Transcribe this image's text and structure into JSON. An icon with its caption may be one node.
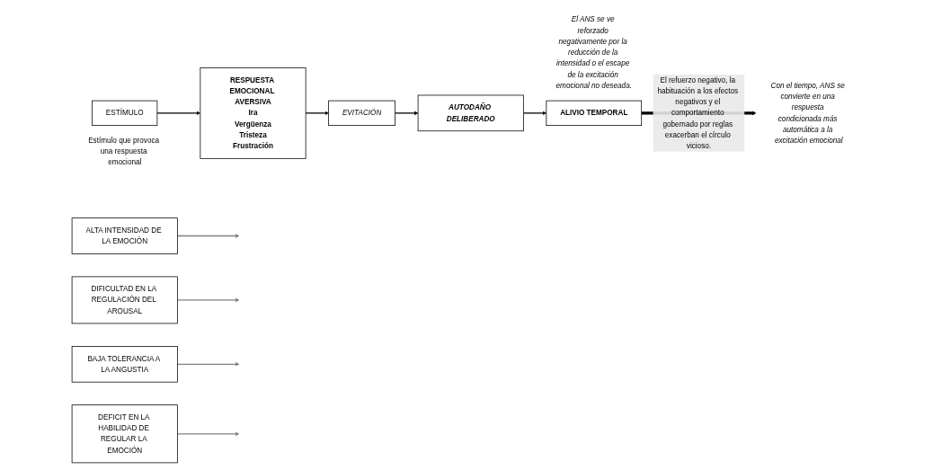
{
  "diagram": {
    "nodes": [
      {
        "text": [
          "ESTÍMULO"
        ],
        "beside": [
          "Estímulo que provoca una respuesta emocional"
        ]
      },
      {
        "text": [
          "RESPUESTA EMOCIONAL AVERSIVA",
          "Ira",
          "Vergüenza",
          "Tristeza",
          "Frustración"
        ]
      },
      {
        "text": [
          "ALTA INTENSIDAD DE LA EMOCIÓN"
        ]
      },
      {
        "text": [
          "DIFICULTAD EN LA REGULACIÓN DEL AROUSAL"
        ]
      },
      {
        "text": [
          "BAJA TOLERANCIA A LA ANGUSTIA"
        ]
      },
      {
        "text": [
          "DEFICIT EN LA HABILIDAD DE REGULAR LA EMOCIÓN"
        ]
      },
      {
        "text": [
          "EVITACIÓN"
        ]
      },
      {
        "text": [
          "AUTODAÑO DELIBERADO"
        ]
      },
      {
        "text": [
          "ALIVIO TEMPORAL"
        ],
        "beside": [
          "El ANS se ve reforzado negativamente por la reducción de la intensidad o el escape de la excitación emocional no deseada."
        ]
      },
      {
        "text": [
          "Con el tiempo, ANS se convierte en una respuesta condicionada más automática a la excitación emocional"
        ]
      }
    ],
    "edges": [
      {
        "from": 0,
        "to": 1,
        "arrow": "to"
      },
      {
        "from": 1,
        "to": 6,
        "arrow": "to"
      },
      {
        "from": 2,
        "to": null,
        "arrow": "to",
        "color": "#808080"
      },
      {
        "from": 3,
        "to": null,
        "arrow": "to",
        "color": "#808080"
      },
      {
        "from": 4,
        "to": null,
        "arrow": "to",
        "color": "#808080"
      },
      {
        "from": 5,
        "to": null,
        "arrow": "to",
        "color": "#808080"
      },
      {
        "from": 6,
        "to": 7,
        "arrow": "to"
      },
      {
        "from": 7,
        "to": 8,
        "arrow": "to"
      },
      {
        "from": 8,
        "to": 9,
        "arrow": "to",
        "style": "thick",
        "label": "El refuerzo negativo, la habituación a los efectos negativos y el comportamiento gobernado por reglas exacerban el círculo vicioso."
      }
    ]
  }
}
